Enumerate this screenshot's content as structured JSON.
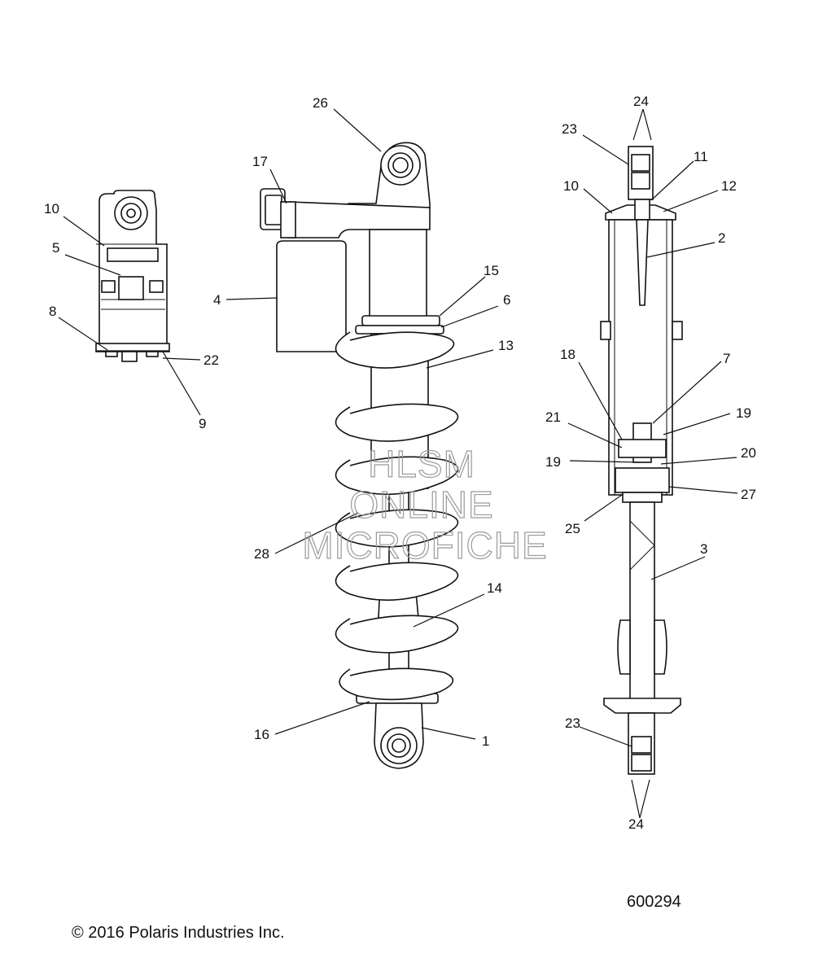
{
  "diagram": {
    "labels": {
      "l1": "1",
      "l2": "2",
      "l3": "3",
      "l4": "4",
      "l5": "5",
      "l6": "6",
      "l7": "7",
      "l8": "8",
      "l9": "9",
      "l10a": "10",
      "l10b": "10",
      "l11": "11",
      "l12": "12",
      "l13": "13",
      "l14": "14",
      "l15": "15",
      "l16": "16",
      "l17": "17",
      "l18": "18",
      "l19a": "19",
      "l19b": "19",
      "l20": "20",
      "l21": "21",
      "l22": "22",
      "l23a": "23",
      "l23b": "23",
      "l24a": "24",
      "l24b": "24",
      "l25": "25",
      "l26": "26",
      "l27": "27",
      "l28": "28"
    },
    "watermark": [
      "HLSM",
      "ONLINE",
      "MICROFICHE"
    ],
    "copyright": "© 2016 Polaris Industries Inc.",
    "figure_number": "600294"
  }
}
